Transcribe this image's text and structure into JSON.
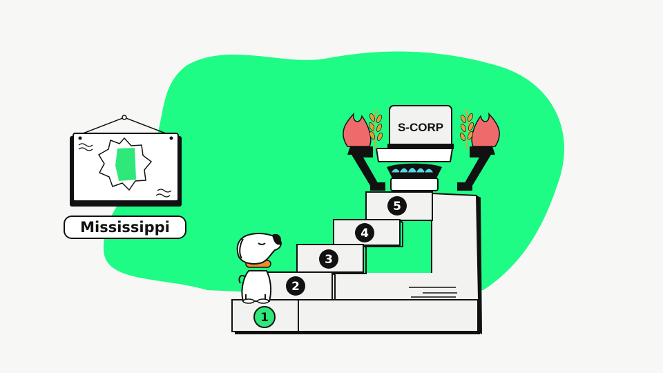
{
  "state_label": "Mississippi",
  "plaque_text": "S-CORP",
  "steps": [
    "1",
    "2",
    "3",
    "4",
    "5"
  ],
  "colors": {
    "blob": "#1efc86",
    "accent": "#2ee87a",
    "torch_flame": "#ef6b6b",
    "wheat": "#e0a13c",
    "lotus": "#57d5e2",
    "collar": "#f08a2a",
    "ink": "#111111",
    "background": "#f7f7f5"
  },
  "icons": [
    "framed-map-icon",
    "dog-icon",
    "torch-icon",
    "wheat-icon",
    "pedestal-icon"
  ]
}
